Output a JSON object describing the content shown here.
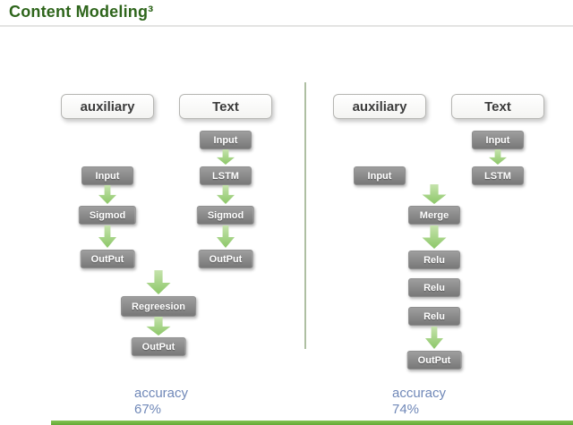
{
  "title": "Content Modeling³",
  "left": {
    "header_aux": "auxiliary",
    "header_text": "Text",
    "text_input": "Input",
    "text_lstm": "LSTM",
    "text_sigmod": "Sigmod",
    "text_output": "OutPut",
    "aux_input": "Input",
    "aux_sigmod": "Sigmod",
    "aux_output": "OutPut",
    "regression": "Regreesion",
    "final_output": "OutPut",
    "accuracy_label": "accuracy",
    "accuracy_value": "67%"
  },
  "right": {
    "header_aux": "auxiliary",
    "header_text": "Text",
    "text_input": "Input",
    "text_lstm": "LSTM",
    "aux_input": "Input",
    "merge": "Merge",
    "relu_1": "Relu",
    "relu_2": "Relu",
    "relu_3": "Relu",
    "final_output": "OutPut",
    "accuracy_label": "accuracy",
    "accuracy_value": "74%"
  },
  "colors": {
    "title_green": "#2e651b",
    "node_gray": "#8a8a8a",
    "arrow_green": "#9ed07c",
    "divider_green": "#aebfa2",
    "accuracy_blue": "#7088b8",
    "bottom_bar_green": "#6fb53c"
  }
}
